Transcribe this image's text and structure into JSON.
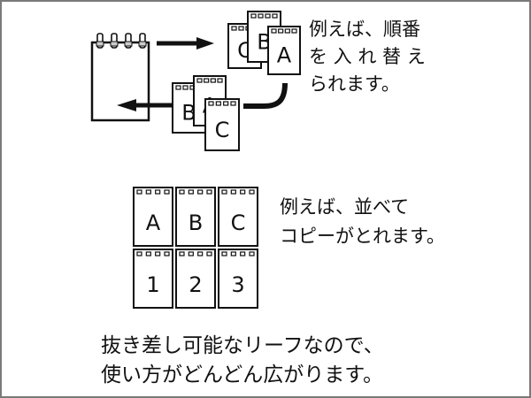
{
  "diagram": {
    "title": "Loose-leaf notepad usage",
    "colors": {
      "line": "#111111",
      "frame": "#7a7a7a",
      "background": "#ffffff"
    },
    "notepad": {
      "label": "",
      "rings": 4
    },
    "reorder_section": {
      "stack_top": [
        "C",
        "B",
        "A"
      ],
      "stack_bottom": [
        "B",
        "A",
        "C"
      ],
      "arrow_right": "arrow-right",
      "arrow_curve": "curved-arrow-left",
      "caption_lines": [
        "例えば、順番",
        "を 入 れ 替 え",
        "られます。"
      ]
    },
    "grid_section": {
      "row1": [
        "A",
        "B",
        "C"
      ],
      "row2": [
        "1",
        "2",
        "3"
      ],
      "caption_lines": [
        "例えば、並べて",
        "コピーがとれます。"
      ]
    },
    "footer": {
      "lines": [
        "抜き差し可能なリーフなので、",
        "使い方がどんどん広がります。"
      ]
    }
  }
}
